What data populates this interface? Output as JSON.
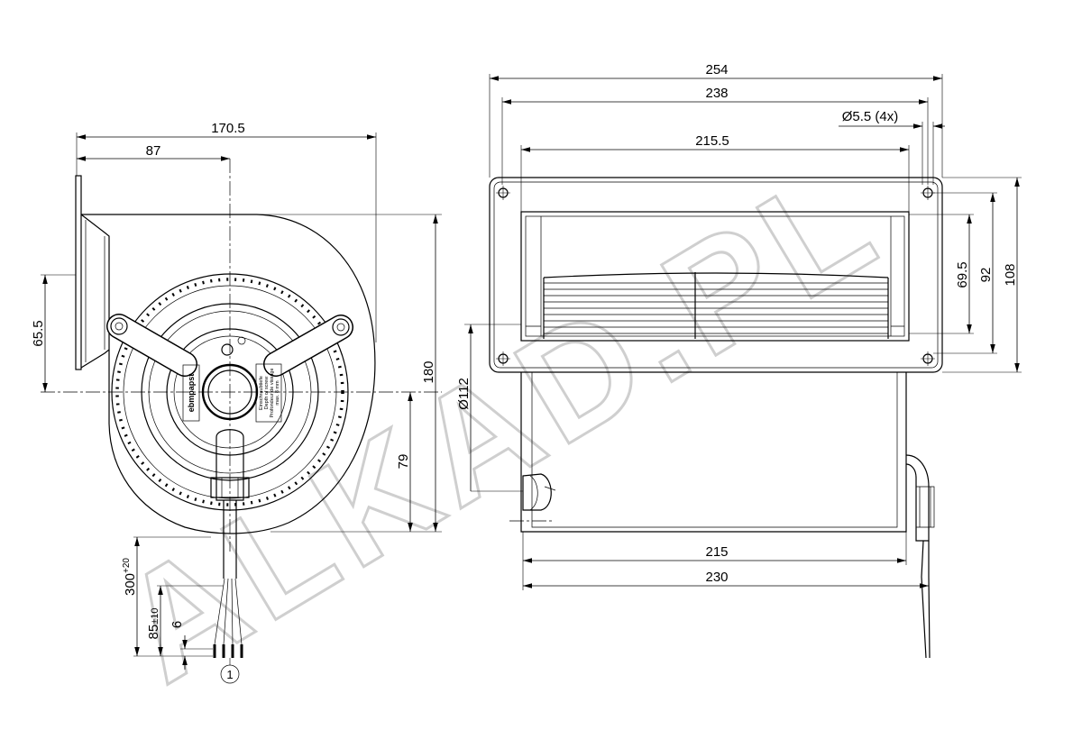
{
  "front_view": {
    "dim_overall_width": "170.5",
    "dim_axis_offset": "87",
    "dim_outlet_to_axis": "65.5",
    "dim_overall_height": "180",
    "dim_axis_to_bottom": "79",
    "dim_cable_length": "300",
    "dim_cable_length_tol": "+20",
    "dim_sheath_strip": "85",
    "dim_sheath_strip_tol": "±10",
    "dim_wire_strip": "6",
    "callout_number": "1",
    "motor_brand_label": "ebmpapst",
    "screw_depth_label": [
      "Einschraubtiefe",
      "Depth of screw",
      "Profondeur de vissage",
      "max. 8 mm"
    ]
  },
  "side_view": {
    "dim_flange_width": "254",
    "dim_hole_spacing_x": "238",
    "dim_hole_diameter": "Ø5.5 (4x)",
    "dim_outlet_width": "215.5",
    "dim_outlet_height": "69.5",
    "dim_hole_spacing_y": "92",
    "dim_flange_height": "108",
    "dim_motor_diameter": "Ø112",
    "dim_housing_width": "215",
    "dim_total_width": "230"
  },
  "watermark": "ALKAD.PL"
}
